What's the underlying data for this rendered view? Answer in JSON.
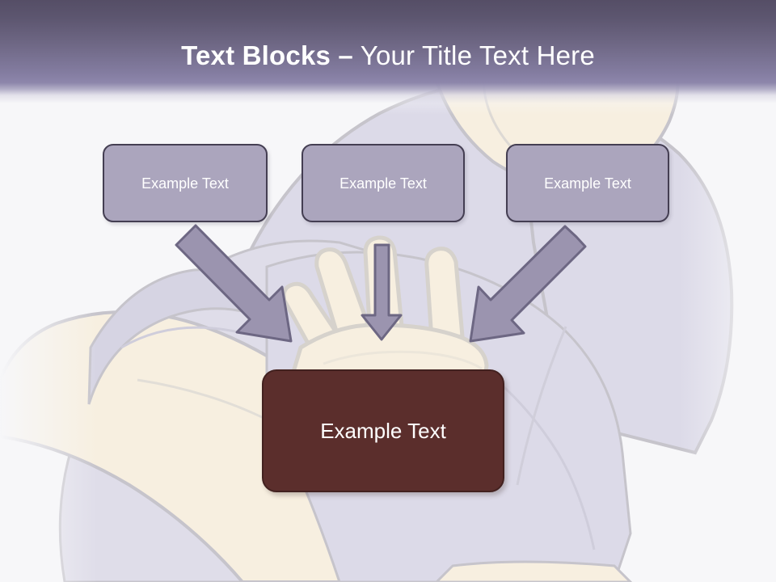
{
  "slide": {
    "title": {
      "bold_part": "Text Blocks ",
      "dash": "–",
      "light_part": " Your Title Text Here",
      "full": "Text Blocks – Your Title Text Here"
    }
  },
  "colors": {
    "header_top": "#554e66",
    "header_bottom": "#8d86ab",
    "slide_background": "#f7f7f9",
    "top_box_fill": "#aba5bd",
    "top_box_border": "#443e52",
    "result_box_fill": "#5b2e2c",
    "result_box_border": "#42211f",
    "arrow_fill": "#9b94af",
    "arrow_border": "#6d6783",
    "text_on_box": "#ffffff",
    "illustration_shirt": "#dcdae8",
    "illustration_shirt_shade": "#d2d0df",
    "illustration_skin": "#f7efe0",
    "illustration_outline": "#c6c4cb"
  },
  "top_boxes": [
    {
      "label": "Example Text"
    },
    {
      "label": "Example Text"
    },
    {
      "label": "Example Text"
    }
  ],
  "result_box": {
    "label": "Example Text"
  },
  "arrows": [
    {
      "name": "arrow-left-diagonal",
      "direction": "down-right",
      "from_box": 0
    },
    {
      "name": "arrow-center-down",
      "direction": "down",
      "from_box": 1
    },
    {
      "name": "arrow-right-diagonal",
      "direction": "down-left",
      "from_box": 2
    }
  ],
  "illustration": {
    "name": "person-holding-torso",
    "description": "Line-art illustration of a person in a light lavender shirt with a hand spread across the torso"
  }
}
